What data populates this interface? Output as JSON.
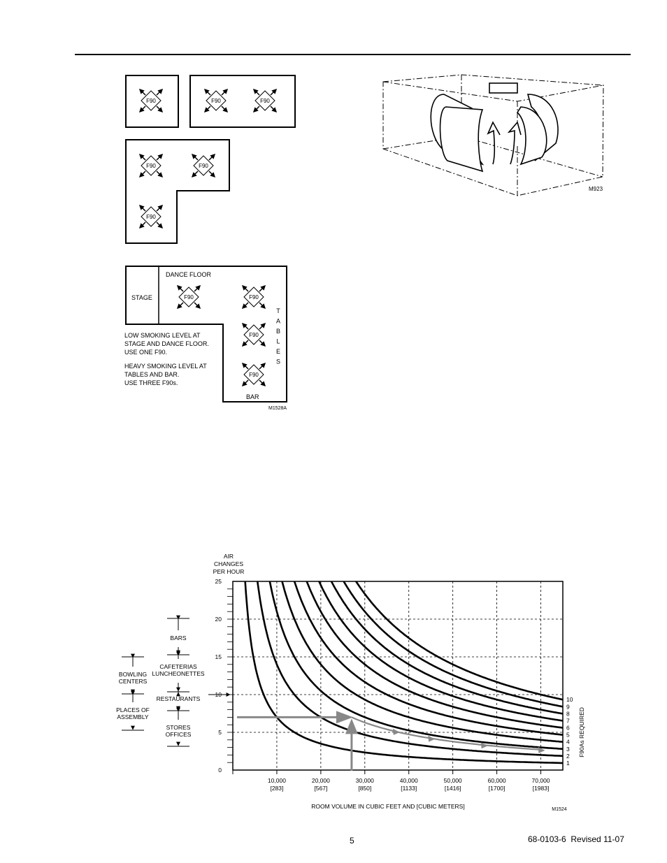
{
  "layouts": {
    "unit_label": "F90"
  },
  "airflow_figure": {
    "code": "M923"
  },
  "nightclub": {
    "stage": "STAGE",
    "dance_floor": "DANCE FLOOR",
    "tables_letters": [
      "T",
      "A",
      "B",
      "L",
      "E",
      "S"
    ],
    "bar": "BAR",
    "note_low": [
      "LOW SMOKING LEVEL AT",
      "STAGE AND DANCE FLOOR.",
      "USE ONE F90."
    ],
    "note_heavy": [
      "HEAVY SMOKING LEVEL AT",
      "TABLES AND BAR.",
      "USE THREE F90s."
    ],
    "code": "M1528A"
  },
  "chart_data": {
    "type": "line",
    "ylabel": [
      "AIR",
      "CHANGES",
      "PER HOUR"
    ],
    "xlabel": "ROOM VOLUME IN CUBIC FEET AND [CUBIC METERS]",
    "right_label": "F90As REQUIRED",
    "code": "M1524",
    "xlim": [
      0,
      75000
    ],
    "ylim": [
      0,
      25
    ],
    "grid": true,
    "x_ticks": [
      {
        "value": 10000,
        "label": "10,000",
        "sub": "[283]"
      },
      {
        "value": 20000,
        "label": "20,000",
        "sub": "[567]"
      },
      {
        "value": 30000,
        "label": "30,000",
        "sub": "[850]"
      },
      {
        "value": 40000,
        "label": "40,000",
        "sub": "[1133]"
      },
      {
        "value": 50000,
        "label": "50,000",
        "sub": "[1416]"
      },
      {
        "value": 60000,
        "label": "60,000",
        "sub": "[1700]"
      },
      {
        "value": 70000,
        "label": "70,000",
        "sub": "[1983]"
      }
    ],
    "y_ticks": [
      {
        "value": 0,
        "label": "0"
      },
      {
        "value": 5,
        "label": "5"
      },
      {
        "value": 10,
        "label": "10"
      },
      {
        "value": 15,
        "label": "15"
      },
      {
        "value": 20,
        "label": "20"
      },
      {
        "value": 25,
        "label": "25"
      }
    ],
    "curve_k": 70000,
    "series": [
      {
        "name": "1",
        "n": 1
      },
      {
        "name": "2",
        "n": 2
      },
      {
        "name": "3",
        "n": 3
      },
      {
        "name": "4",
        "n": 4
      },
      {
        "name": "5",
        "n": 5
      },
      {
        "name": "6",
        "n": 6
      },
      {
        "name": "7",
        "n": 7
      },
      {
        "name": "8",
        "n": 8
      },
      {
        "name": "9",
        "n": 9
      },
      {
        "name": "10",
        "n": 10
      }
    ],
    "example": {
      "air_changes": 7,
      "room_volume": 27000,
      "guide_points": [
        [
          27000,
          7.0
        ],
        [
          70000,
          2.7
        ]
      ]
    },
    "occupancy_labels": [
      {
        "lines": [
          "BARS"
        ]
      },
      {
        "lines": [
          "CAFETERIAS",
          "LUNCHEONETTES"
        ]
      },
      {
        "lines": [
          "RESTAURANTS"
        ]
      },
      {
        "lines": [
          "STORES",
          "OFFICES"
        ]
      },
      {
        "lines": [
          "BOWLING",
          "CENTERS"
        ]
      },
      {
        "lines": [
          "PLACES OF",
          "ASSEMBLY"
        ]
      }
    ]
  },
  "footer": {
    "page_number": "5",
    "doc_number": "68-0103-6  Revised 11-07"
  }
}
